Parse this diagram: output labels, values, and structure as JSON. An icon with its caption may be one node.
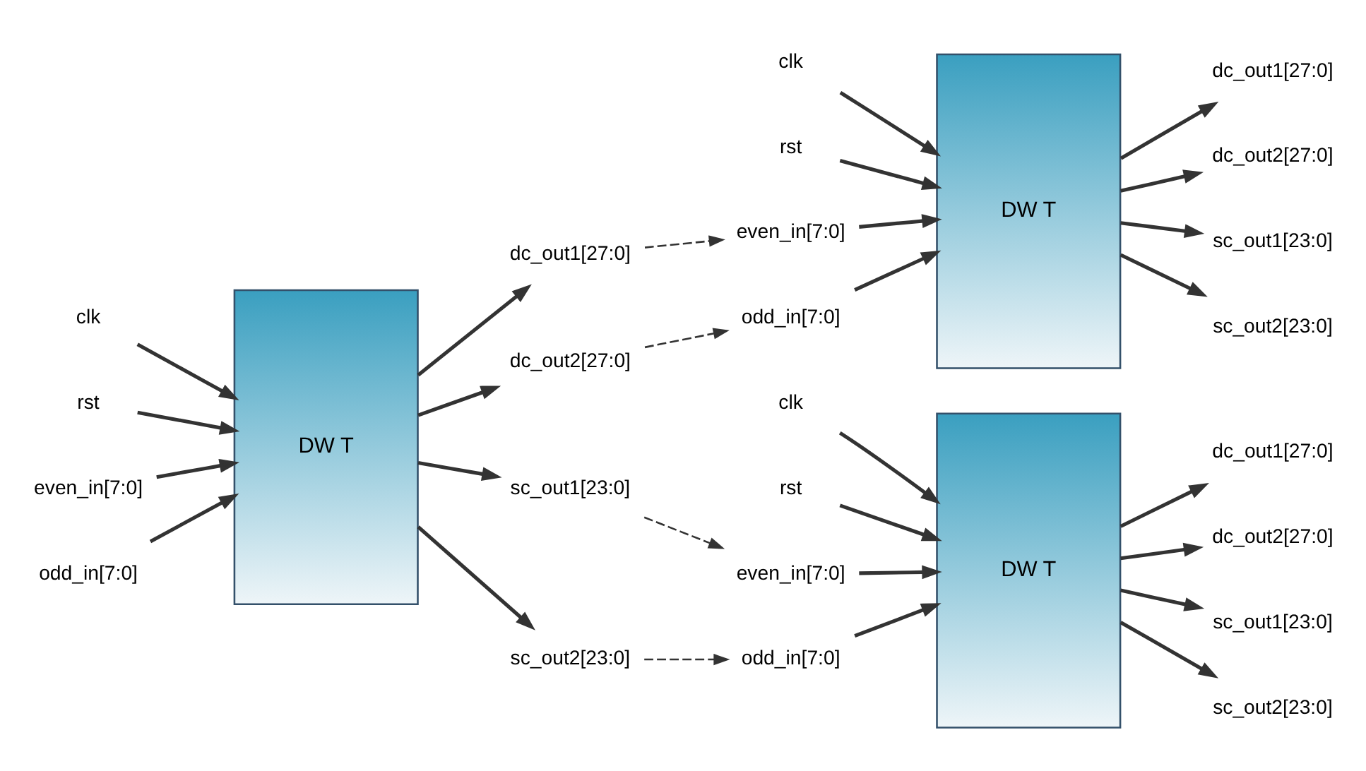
{
  "diagram": {
    "nodes": [
      {
        "text": [
          "DW T"
        ]
      },
      {
        "text": [
          "clk"
        ]
      },
      {
        "text": [
          "rst"
        ]
      },
      {
        "text": [
          "even_in[7:0]"
        ]
      },
      {
        "text": [
          "odd_in[7:0]"
        ]
      },
      {
        "text": [
          "dc_out1[27:0]"
        ]
      },
      {
        "text": [
          "dc_out2[27:0]"
        ]
      },
      {
        "text": [
          "sc_out1[23:0]"
        ]
      },
      {
        "text": [
          "sc_out2[23:0]"
        ]
      },
      {
        "text": [
          "DW T"
        ]
      },
      {
        "text": [
          "clk"
        ]
      },
      {
        "text": [
          "rst"
        ]
      },
      {
        "text": [
          "even_in[7:0]"
        ]
      },
      {
        "text": [
          "odd_in[7:0]"
        ]
      },
      {
        "text": [
          "dc_out1[27:0]"
        ]
      },
      {
        "text": [
          "dc_out2[27:0]"
        ]
      },
      {
        "text": [
          "sc_out1[23:0]"
        ]
      },
      {
        "text": [
          "sc_out2[23:0]"
        ]
      },
      {
        "text": [
          "DW T"
        ]
      },
      {
        "text": [
          "clk"
        ]
      },
      {
        "text": [
          "rst"
        ]
      },
      {
        "text": [
          "even_in[7:0]"
        ]
      },
      {
        "text": [
          "odd_in[7:0]"
        ]
      },
      {
        "text": [
          "dc_out1[27:0]"
        ]
      },
      {
        "text": [
          "dc_out2[27:0]"
        ]
      },
      {
        "text": [
          "sc_out1[23:0]"
        ]
      },
      {
        "text": [
          "sc_out2[23:0]"
        ]
      }
    ],
    "edges": [
      {
        "from": 1,
        "to": 0,
        "arrow": "to"
      },
      {
        "from": 2,
        "to": 0,
        "arrow": "to"
      },
      {
        "from": 3,
        "to": 0,
        "arrow": "to"
      },
      {
        "from": 4,
        "to": 0,
        "arrow": "to"
      },
      {
        "from": 0,
        "to": 5,
        "arrow": "to"
      },
      {
        "from": 0,
        "to": 6,
        "arrow": "to"
      },
      {
        "from": 0,
        "to": 7,
        "arrow": "to"
      },
      {
        "from": 0,
        "to": 8,
        "arrow": "to"
      },
      {
        "from": 5,
        "to": 12,
        "arrow": "to",
        "style": "dashed"
      },
      {
        "from": 6,
        "to": 13,
        "arrow": "to",
        "style": "dashed"
      },
      {
        "from": 7,
        "to": 21,
        "arrow": "to",
        "style": "dashed"
      },
      {
        "from": 8,
        "to": 22,
        "arrow": "to",
        "style": "dashed"
      },
      {
        "from": 10,
        "to": 9,
        "arrow": "to"
      },
      {
        "from": 11,
        "to": 9,
        "arrow": "to"
      },
      {
        "from": 12,
        "to": 9,
        "arrow": "to"
      },
      {
        "from": 13,
        "to": 9,
        "arrow": "to"
      },
      {
        "from": 9,
        "to": 14,
        "arrow": "to"
      },
      {
        "from": 9,
        "to": 15,
        "arrow": "to"
      },
      {
        "from": 9,
        "to": 16,
        "arrow": "to"
      },
      {
        "from": 9,
        "to": 17,
        "arrow": "to"
      },
      {
        "from": 19,
        "to": 18,
        "arrow": "to"
      },
      {
        "from": 20,
        "to": 18,
        "arrow": "to"
      },
      {
        "from": 21,
        "to": 18,
        "arrow": "to"
      },
      {
        "from": 22,
        "to": 18,
        "arrow": "to"
      },
      {
        "from": 18,
        "to": 23,
        "arrow": "to"
      },
      {
        "from": 18,
        "to": 24,
        "arrow": "to"
      },
      {
        "from": 18,
        "to": 25,
        "arrow": "to"
      },
      {
        "from": 18,
        "to": 26,
        "arrow": "to"
      }
    ]
  }
}
